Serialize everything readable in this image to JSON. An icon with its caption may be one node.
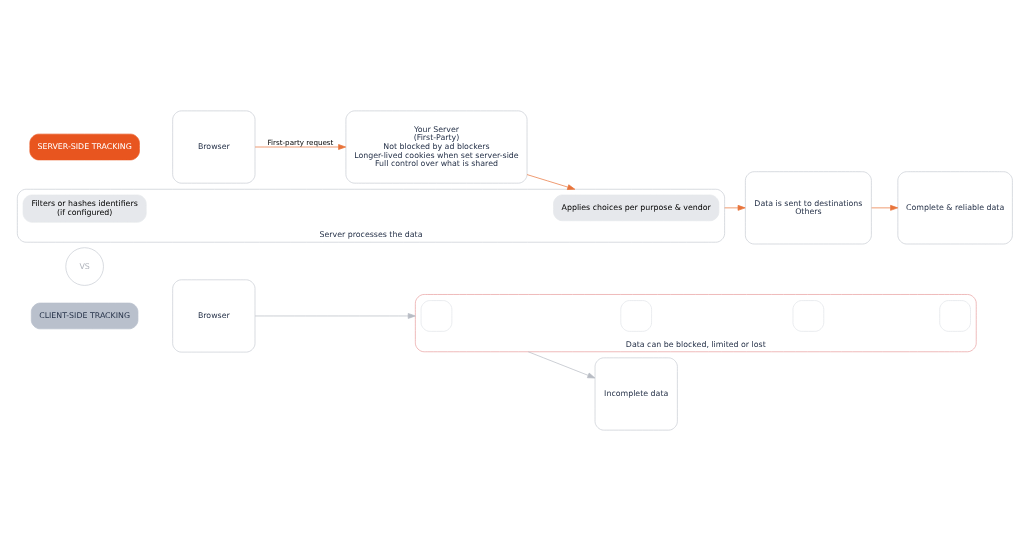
{
  "diagram": {
    "nodes": [
      {
        "text": [
          "CLIENT-SIDE TRACKING"
        ]
      },
      {
        "text": [
          "Browser"
        ]
      },
      {
        "text": [
          "Data can be blocked, limited or lost"
        ]
      },
      {
        "text": [],
        "shape": "box",
        "in": 2
      },
      {
        "text": [],
        "shape": "box",
        "in": 2
      },
      {
        "text": [],
        "shape": "box",
        "in": 2
      },
      {
        "text": [],
        "shape": "box",
        "in": 2
      },
      {
        "text": [
          "Incomplete data"
        ]
      },
      {
        "text": [
          "VS"
        ]
      },
      {
        "text": [
          "SERVER-SIDE TRACKING"
        ]
      },
      {
        "text": [
          "Browser"
        ]
      },
      {
        "text": [
          "Your Server",
          "(First-Party)",
          "Not blocked by ad blockers",
          "Longer-lived cookies when set server-side",
          "Full control over what is shared"
        ]
      },
      {
        "text": [
          "Server processes the data"
        ]
      },
      {
        "text": [
          "Applies choices per purpose & vendor"
        ],
        "in": 12
      },
      {
        "text": [
          "Filters or hashes identifiers",
          "(if configured)"
        ],
        "in": 12
      },
      {
        "text": [
          "Data is sent to destinations",
          "Others"
        ]
      },
      {
        "text": [
          "Complete & reliable data"
        ]
      }
    ],
    "edges": [
      {
        "from": 1,
        "to": 2,
        "arrow": "to",
        "color": "#b8bcc4"
      },
      {
        "from": 2,
        "to": 7,
        "arrow": "to",
        "color": "#b8bcc4"
      },
      {
        "from": 10,
        "to": 11,
        "arrow": "to",
        "label": "First-party request",
        "color": "#e8743b"
      },
      {
        "from": 11,
        "to": 12,
        "arrow": "to",
        "color": "#e8743b"
      },
      {
        "from": 12,
        "to": 15,
        "arrow": "to",
        "color": "#e8743b"
      },
      {
        "from": 15,
        "to": 16,
        "arrow": "to",
        "color": "#e8743b"
      }
    ]
  }
}
